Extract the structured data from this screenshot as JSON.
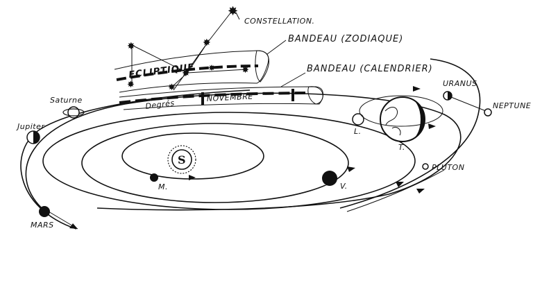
{
  "labels": {
    "constellation": "CONSTELLATION.",
    "zodiac_band": "BANDEAU (ZODIAQUE)",
    "calendar_band": "BANDEAU (CALENDRIER)",
    "ecliptic": "ECLIPTIQUE",
    "degrees": "Degrés",
    "month": "NOVEMBRE",
    "sun": "S",
    "mercury": "M.",
    "venus": "V.",
    "earth": "T.",
    "moon": "L.",
    "mars": "MARS",
    "jupiter": "Jupiter",
    "saturn": "Saturne",
    "uranus": "URANUS",
    "neptune": "NEPTUNE",
    "pluto": "PLUTON"
  },
  "colors": {
    "ink": "#111111",
    "paper": "#ffffff"
  }
}
